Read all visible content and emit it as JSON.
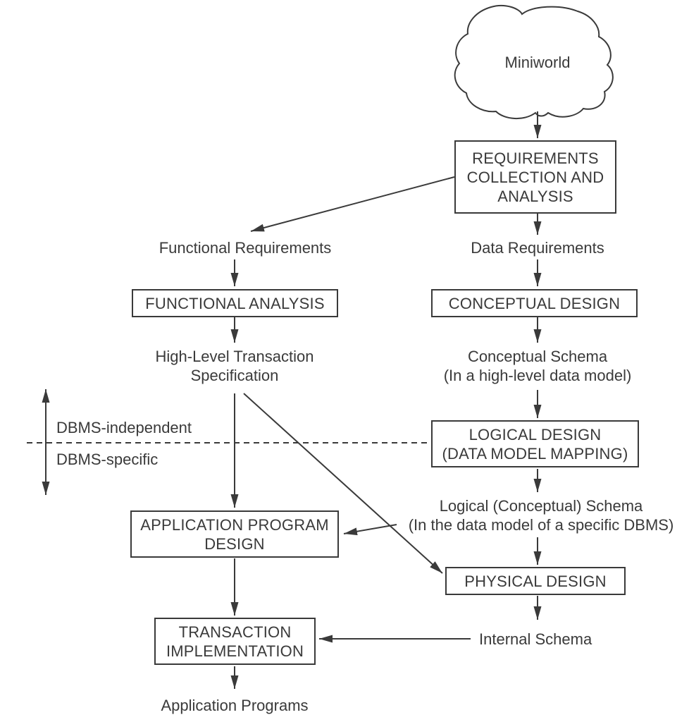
{
  "diagram": {
    "cloud": {
      "label": "Miniworld"
    },
    "boxes": {
      "requirements": {
        "line1": "REQUIREMENTS",
        "line2": "COLLECTION AND",
        "line3": "ANALYSIS"
      },
      "functional_analysis": {
        "line1": "FUNCTIONAL ANALYSIS"
      },
      "conceptual_design": {
        "line1": "CONCEPTUAL DESIGN"
      },
      "logical_design": {
        "line1": "LOGICAL DESIGN",
        "line2": "(DATA MODEL MAPPING)"
      },
      "application_program_design": {
        "line1": "APPLICATION PROGRAM",
        "line2": "DESIGN"
      },
      "physical_design": {
        "line1": "PHYSICAL DESIGN"
      },
      "transaction_implementation": {
        "line1": "TRANSACTION",
        "line2": "IMPLEMENTATION"
      }
    },
    "labels": {
      "functional_requirements": "Functional Requirements",
      "data_requirements": "Data Requirements",
      "high_level_transaction": {
        "line1": "High-Level Transaction",
        "line2": "Specification"
      },
      "conceptual_schema": {
        "line1": "Conceptual Schema",
        "line2": "(In a high-level data model)"
      },
      "logical_schema": {
        "line1": "Logical (Conceptual) Schema",
        "line2": "(In the data model of a specific DBMS)"
      },
      "internal_schema": "Internal Schema",
      "application_programs": "Application Programs",
      "dbms_independent": "DBMS-independent",
      "dbms_specific": "DBMS-specific"
    },
    "colors": {
      "line": "#3a3a3a",
      "text": "#3a3a3a",
      "background": "#ffffff"
    }
  }
}
